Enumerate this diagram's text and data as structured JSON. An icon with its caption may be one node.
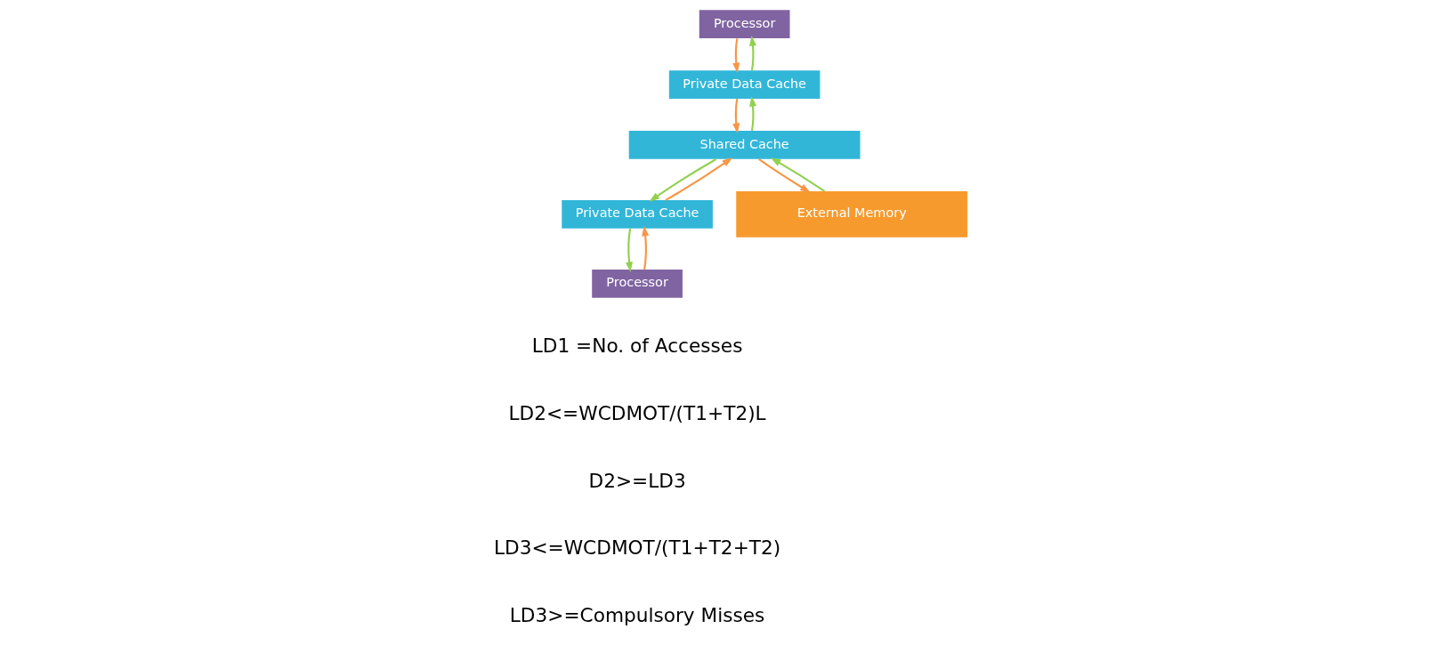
{
  "diagram": {
    "nodes": [
      {
        "text": [
          "Processor"
        ]
      },
      {
        "text": [
          "Processor"
        ]
      },
      {
        "text": [
          "Private Data Cache"
        ]
      },
      {
        "text": [
          "Private Data Cache"
        ]
      },
      {
        "text": [
          "Shared Cache"
        ]
      },
      {
        "text": [
          "External Memory"
        ]
      }
    ],
    "edges": [
      {
        "from": 0,
        "to": 2,
        "arrow": "to",
        "color": "#f79646"
      },
      {
        "from": 2,
        "to": 0,
        "arrow": "to",
        "color": "#92d050"
      },
      {
        "from": 1,
        "to": 3,
        "arrow": "to",
        "color": "#f79646"
      },
      {
        "from": 3,
        "to": 1,
        "arrow": "to",
        "color": "#92d050"
      },
      {
        "from": 2,
        "to": 4,
        "arrow": "to",
        "color": "#f79646"
      },
      {
        "from": 4,
        "to": 2,
        "arrow": "to",
        "color": "#92d050"
      },
      {
        "from": 3,
        "to": 4,
        "arrow": "to",
        "color": "#f79646"
      },
      {
        "from": 4,
        "to": 3,
        "arrow": "to",
        "color": "#92d050"
      },
      {
        "from": 4,
        "to": 5,
        "arrow": "to",
        "color": "#f79646"
      },
      {
        "from": 5,
        "to": 4,
        "arrow": "to",
        "color": "#92d050"
      }
    ],
    "labels": [
      "LD1 =No. of Accesses",
      "LD2<=WCDMOT/(T1+T2)L",
      "D2>=LD3",
      "LD3<=WCDMOT/(T1+T2+T2)",
      "LD3>=Compulsory Misses"
    ]
  }
}
